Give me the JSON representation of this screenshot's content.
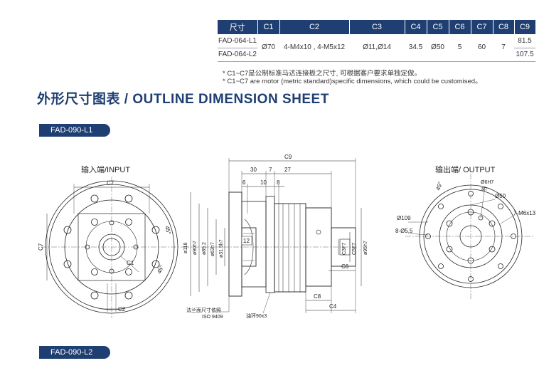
{
  "spec_table": {
    "headers": [
      "尺寸",
      "C1",
      "C2",
      "C3",
      "C4",
      "C5",
      "C6",
      "C7",
      "C8",
      "C9"
    ],
    "rows": [
      {
        "model": "FAD-064-L1",
        "c9": "81.5"
      },
      {
        "model": "FAD-064-L2",
        "c9": "107.5"
      }
    ],
    "shared": {
      "c1": "Ø70",
      "c2": "4-M4x10 , 4-M5x12",
      "c3": "Ø11,Ø14",
      "c4": "34.5",
      "c5": "Ø50",
      "c6": "5",
      "c7": "60",
      "c8": "7"
    }
  },
  "notes": {
    "cn": "* C1~C7是公制标准马达连接板之尺寸, 可根据客户要求单独定做。",
    "en": "* C1~C7 are motor (metric standard)specific dimensions, which could be customised。"
  },
  "section_title": "外形尺寸图表 / OUTLINE DIMENSION SHEET",
  "model_labels": {
    "l1": "FAD-090-L1",
    "l2": "FAD-090-L2"
  },
  "views": {
    "input": "输入端/INPUT",
    "output": "输出端/ OUTPUT"
  },
  "input_dims": {
    "c7": "C7",
    "c1": "C1",
    "c2": "C2",
    "angle_a": "45°",
    "angle_b": "45°"
  },
  "side_dims": {
    "c9": "C9",
    "d30": "30",
    "d7": "7",
    "d27": "27",
    "d6": "6",
    "d10": "10",
    "d8": "8",
    "d118": "ø118",
    "d90": "ø90h7",
    "d89": "ø89.2",
    "d63": "ø63h7",
    "d315": "ø31.5h7",
    "d12": "12",
    "c3": "C3F7",
    "c5": "C5F7",
    "d95": "ø95h7",
    "c6": "C6",
    "c8": "C8",
    "c4": "C4",
    "flange_note_cn": "法兰面尺寸依照",
    "flange_note_iso": "ISO 9409",
    "oil_ring": "油环90x3"
  },
  "output_dims": {
    "angle": "45°",
    "d6h7": "Ø6H7",
    "d6h7_depth": "深7",
    "d50": "Ø50",
    "m6": "7-M6x13",
    "d109": "Ø109",
    "d55": "8-Ø5.5"
  },
  "colors": {
    "brand": "#1f3f73",
    "line": "#222222",
    "dim": "#555555"
  }
}
